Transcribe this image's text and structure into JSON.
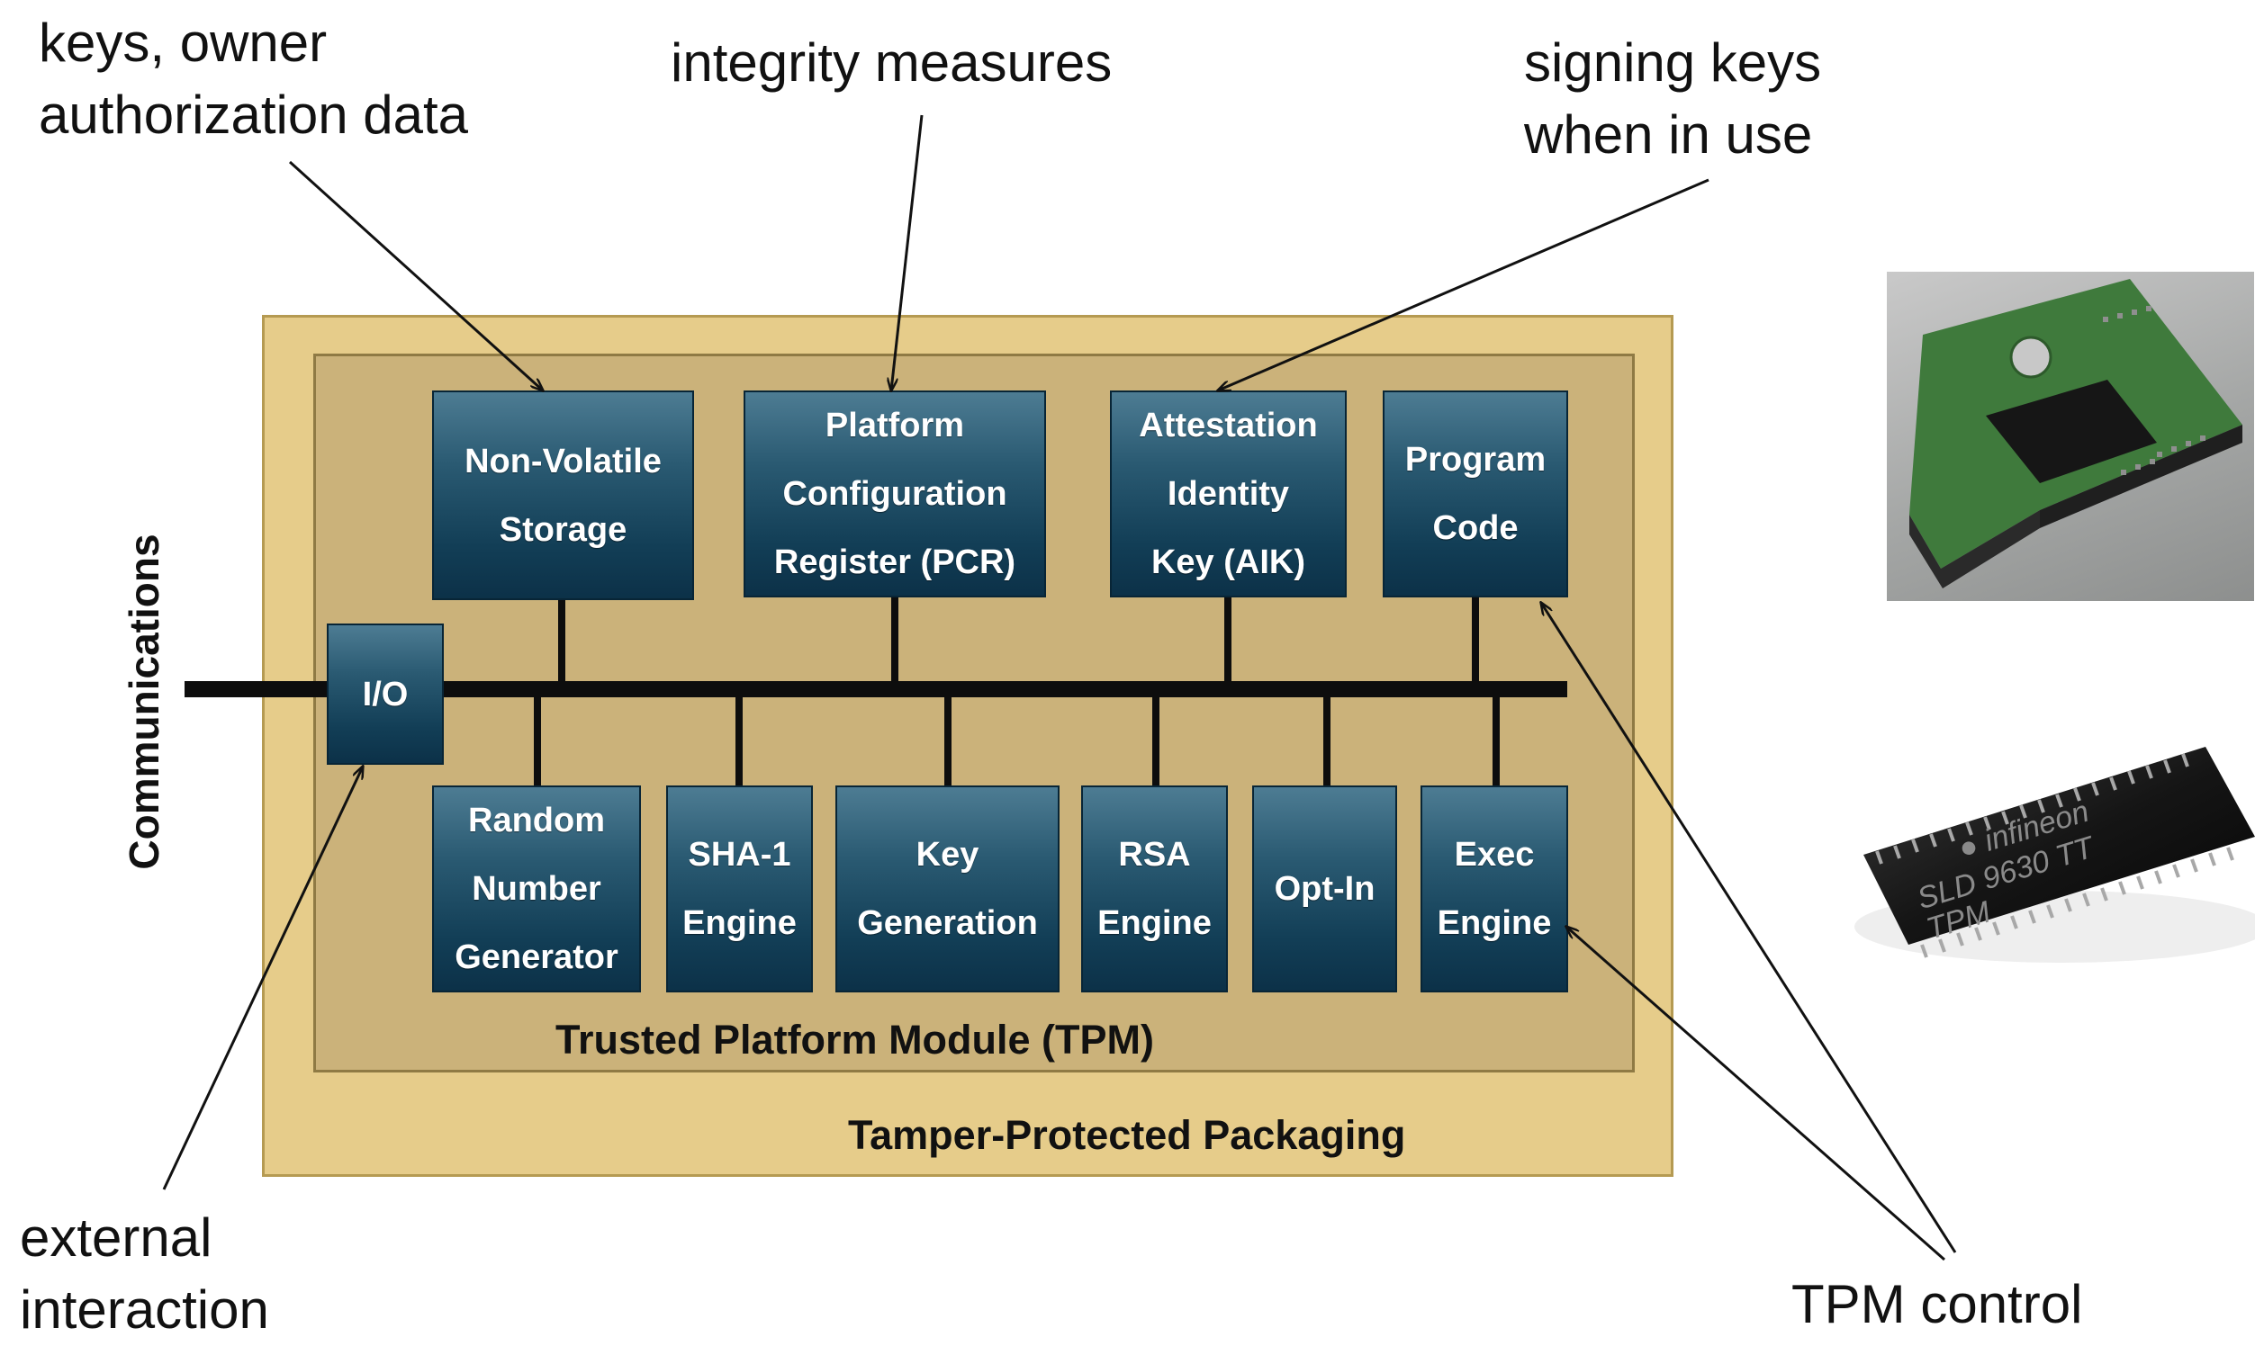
{
  "components_top": [
    {
      "id": "nvs",
      "label": "Non-Volatile\nStorage"
    },
    {
      "id": "pcr",
      "label": "Platform\nConfiguration\nRegister (PCR)"
    },
    {
      "id": "aik",
      "label": "Attestation\nIdentity\nKey (AIK)"
    },
    {
      "id": "code",
      "label": "Program\nCode"
    }
  ],
  "components_bottom": [
    {
      "id": "rng",
      "label": "Random\nNumber\nGenerator"
    },
    {
      "id": "sha",
      "label": "SHA-1\nEngine"
    },
    {
      "id": "keygen",
      "label": "Key\nGeneration"
    },
    {
      "id": "rsa",
      "label": "RSA\nEngine"
    },
    {
      "id": "optin",
      "label": "Opt-In"
    },
    {
      "id": "exec",
      "label": "Exec\nEngine"
    }
  ],
  "io_label": "I/O",
  "communications_label": "Communications",
  "tpm_caption": "Trusted Platform Module (TPM)",
  "package_caption": "Tamper-Protected Packaging",
  "callouts": {
    "keys": "keys, owner\nauthorization data",
    "integrity": "integrity measures",
    "signing": "signing keys\nwhen in use",
    "external": "external\ninteraction",
    "control": "TPM control"
  },
  "photos": {
    "chip_marking": "Infineon\nSLD 9630 TT\nTPM"
  },
  "colors": {
    "package_fill": "#e6cc8a",
    "tpm_fill": "#cbb27a",
    "component_fill": "#123e56",
    "bus": "#0d0d0d"
  }
}
